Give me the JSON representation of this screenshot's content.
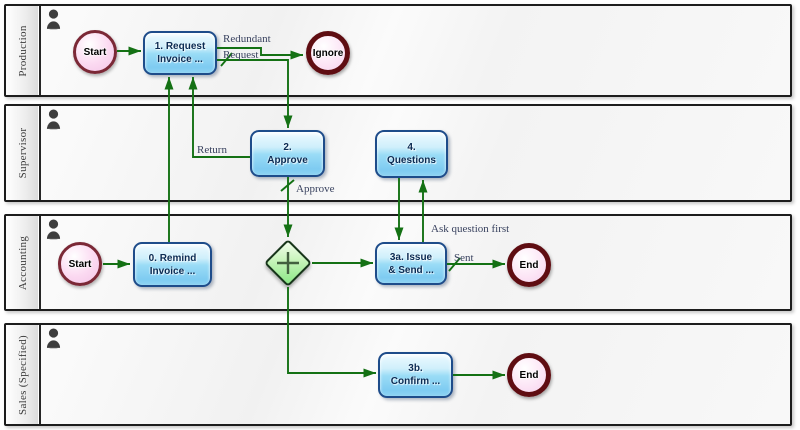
{
  "lanes": [
    {
      "label": "Production"
    },
    {
      "label": "Supervisor"
    },
    {
      "label": "Accounting"
    },
    {
      "label": "Sales (Specified)"
    }
  ],
  "nodes": {
    "production_start": {
      "type": "start-event",
      "label": "Start"
    },
    "request_invoice": {
      "type": "task",
      "label": "1. Request\nInvoice ..."
    },
    "ignore_end": {
      "type": "end-event",
      "label": "Ignore"
    },
    "approve_task": {
      "type": "task",
      "label": "2.\nApprove"
    },
    "questions_task": {
      "type": "task",
      "label": "4.\nQuestions"
    },
    "accounting_start": {
      "type": "start-event",
      "label": "Start"
    },
    "remind_invoice": {
      "type": "task",
      "label": "0. Remind\nInvoice ..."
    },
    "parallel_gateway": {
      "type": "parallel-gateway",
      "icon": "plus-icon"
    },
    "issue_send": {
      "type": "task",
      "label": "3a. Issue\n& Send ..."
    },
    "accounting_end": {
      "type": "end-event",
      "label": "End"
    },
    "confirm_task": {
      "type": "task",
      "label": "3b.\nConfirm ..."
    },
    "sales_end": {
      "type": "end-event",
      "label": "End"
    }
  },
  "flow_labels": {
    "redundant_request": "Redundant\nRequest",
    "return": "Return",
    "approve": "Approve",
    "ask_question_first": "Ask question first",
    "sent": "Sent"
  },
  "colors": {
    "flow_green": "#147114",
    "task_border_blue": "#1e4c8a",
    "task_fill_blue": "#7ecbf1",
    "event_ring_maroon": "#5f0d12",
    "start_ring_maroon": "#7b2836",
    "event_fill_pink": "#f9d7ef",
    "gateway_green": "#8ae785"
  }
}
